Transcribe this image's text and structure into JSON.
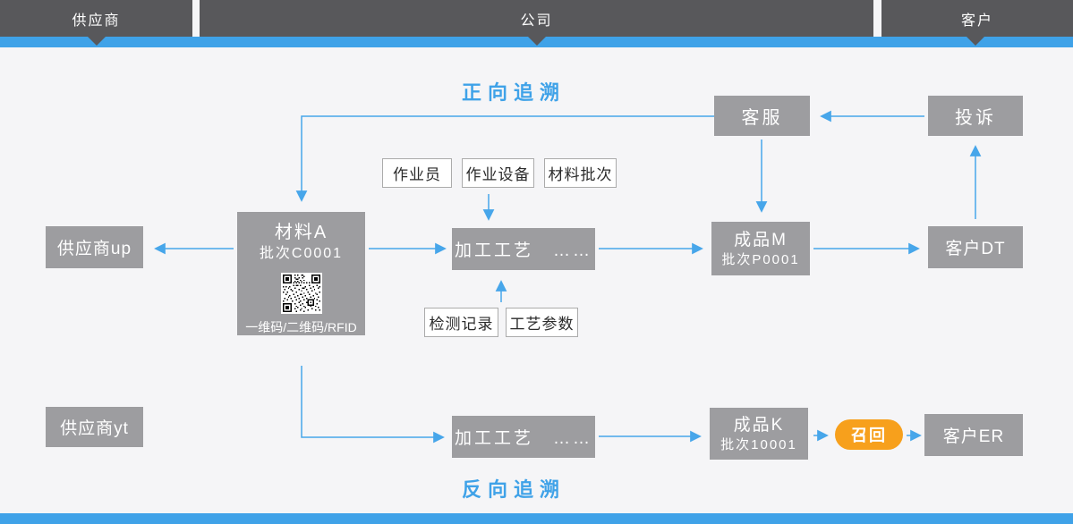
{
  "header": {
    "sections": [
      {
        "label": "供应商"
      },
      {
        "label": "公司"
      },
      {
        "label": "客户"
      }
    ]
  },
  "titles": {
    "forward": "正向追溯",
    "backward": "反向追溯"
  },
  "colors": {
    "accent_blue": "#3fa2e8",
    "lane_dark": "#58585b",
    "node_gray": "#9d9da0",
    "recall_orange": "#f7a01c",
    "background": "#f5f5f7"
  },
  "nodes": {
    "customer_service": "客服",
    "complaint": "投诉",
    "operator": "作业员",
    "equipment": "作业设备",
    "material_batch": "材料批次",
    "material_a": {
      "title": "材料A",
      "batch": "批次C0001",
      "code_caption": "一维码/二维码/RFID"
    },
    "supplier_up": "供应商up",
    "process_1": "加工工艺　……",
    "product_m": {
      "title": "成品M",
      "batch": "批次P0001"
    },
    "customer_dt": "客户DT",
    "inspection_record": "检测记录",
    "process_params": "工艺参数",
    "supplier_yt": "供应商yt",
    "process_2": "加工工艺　……",
    "product_k": {
      "title": "成品K",
      "batch": "批次10001"
    },
    "recall": "召回",
    "customer_er": "客户ER"
  }
}
